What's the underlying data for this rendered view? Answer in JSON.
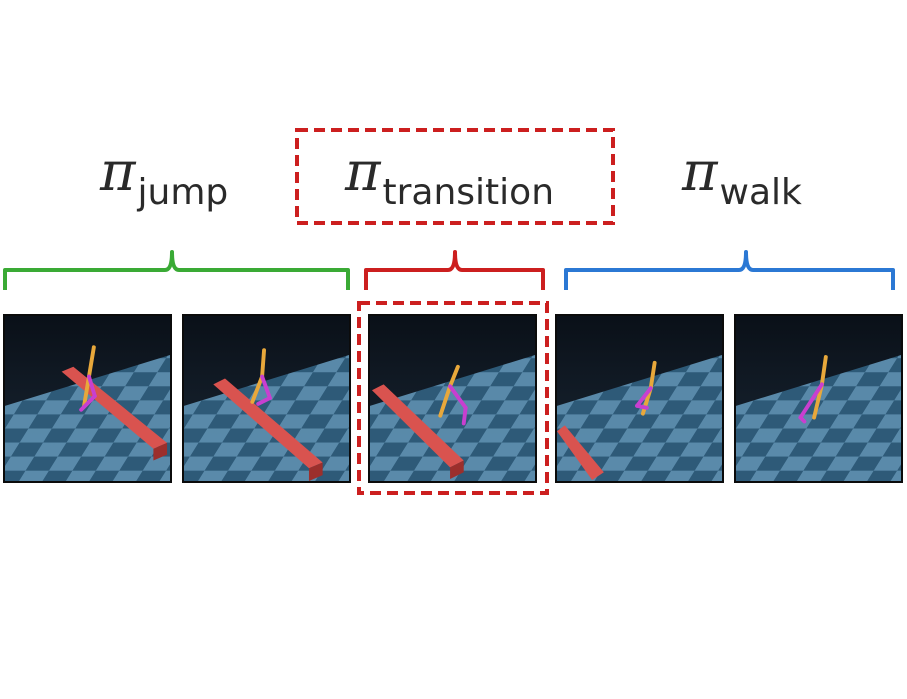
{
  "policies": [
    {
      "symbol": "π",
      "subscript": "jump",
      "color": "#3aaa35"
    },
    {
      "symbol": "π",
      "subscript": "transition",
      "color": "#cc1f1f"
    },
    {
      "symbol": "π",
      "subscript": "walk",
      "color": "#2b78d4"
    }
  ],
  "colors": {
    "barrier": "#d9534f",
    "floor_light": "#5d8fb0",
    "floor_dark": "#2f5d7c",
    "leg_orange": "#e8a83b",
    "leg_magenta": "#c83fd0"
  },
  "frames": [
    {
      "policy": "jump",
      "highlighted": false
    },
    {
      "policy": "jump",
      "highlighted": false
    },
    {
      "policy": "transition",
      "highlighted": true
    },
    {
      "policy": "walk",
      "highlighted": false
    },
    {
      "policy": "walk",
      "highlighted": false
    }
  ]
}
